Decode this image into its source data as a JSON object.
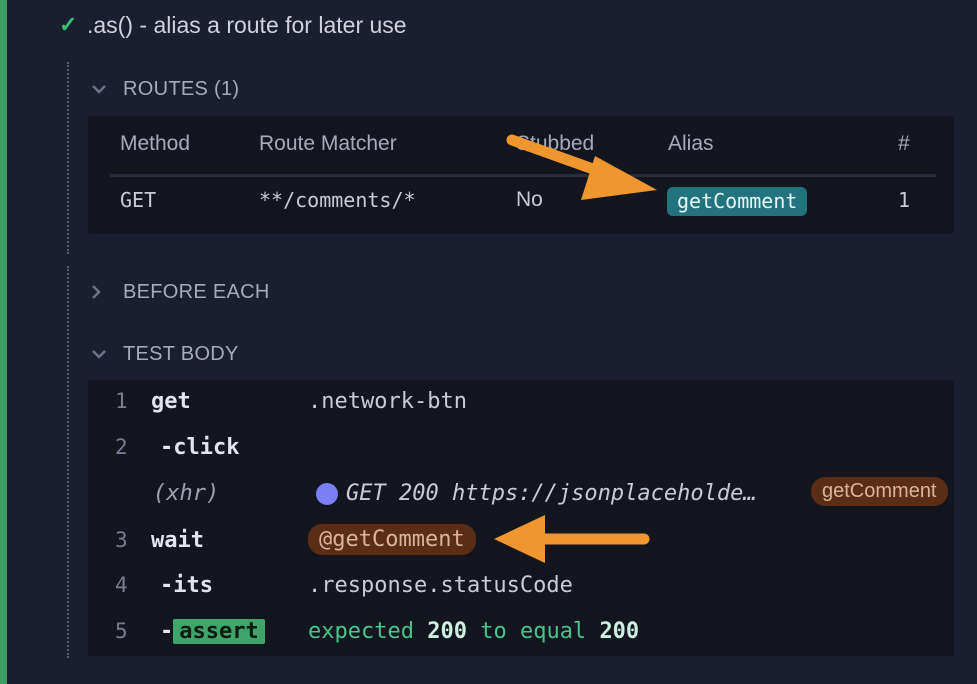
{
  "test": {
    "title": ".as() - alias a route for later use",
    "status_icon": "check-icon"
  },
  "routes": {
    "header": "ROUTES (1)",
    "columns": [
      "Method",
      "Route Matcher",
      "Stubbed",
      "Alias",
      "#"
    ],
    "rows": [
      {
        "method": "GET",
        "matcher": "**/comments/*",
        "stubbed": "No",
        "alias": "getComment",
        "count": "1"
      }
    ]
  },
  "before_each": {
    "header": "BEFORE EACH"
  },
  "test_body": {
    "header": "TEST BODY",
    "commands": [
      {
        "num": "1",
        "name": "get",
        "message": ".network-btn"
      },
      {
        "num": "2",
        "name": "-click",
        "message": ""
      },
      {
        "num": "",
        "name": "(xhr)",
        "message": "GET 200 https://jsonplaceholde…",
        "alias": "getComment"
      },
      {
        "num": "3",
        "name": "wait",
        "message": "@getComment"
      },
      {
        "num": "4",
        "name": "-its",
        "message": ".response.statusCode"
      },
      {
        "num": "5",
        "name": "assert",
        "prefix": "-",
        "expected_text": "expected",
        "expected_value": "200",
        "to_equal_text": "to equal",
        "actual_value": "200"
      }
    ]
  },
  "colors": {
    "pass": "#3e9c64",
    "alias_route": "#23727f",
    "alias_cmd": "#5a2d14",
    "arrow": "#f0962e"
  }
}
